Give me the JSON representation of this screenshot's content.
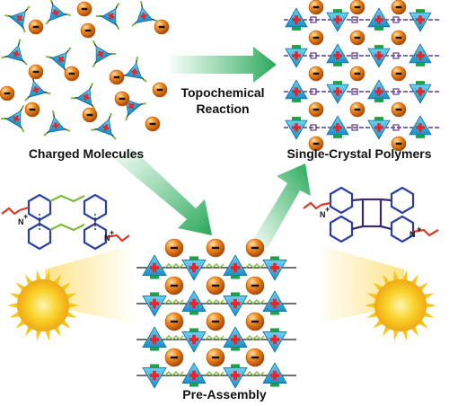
{
  "labels": {
    "charged": "Charged Molecules",
    "topochemical_line1": "Topochemical",
    "topochemical_line2": "Reaction",
    "single_crystal": "Single-Crystal Polymers",
    "pre_assembly": "Pre-Assembly"
  },
  "colors": {
    "triangle": "#2aa7d8",
    "triangle_edge": "#0d6f9a",
    "plus": "#e3262b",
    "sphere": "#f08a1c",
    "sphere_dark": "#b4530b",
    "tab": "#20a047",
    "arrow": "#3cb96a",
    "link_purple": "#5b3b8c",
    "molecule_blue": "#2b3fa0",
    "molecule_green": "#7dbb3c",
    "molecule_red": "#d23a2a",
    "sun": "#f6c51c"
  },
  "icons": [
    "cation-triangle",
    "anion-sphere",
    "sun",
    "process-arrow",
    "bipyridyl-ethylene",
    "cyclobutane-dimer"
  ]
}
